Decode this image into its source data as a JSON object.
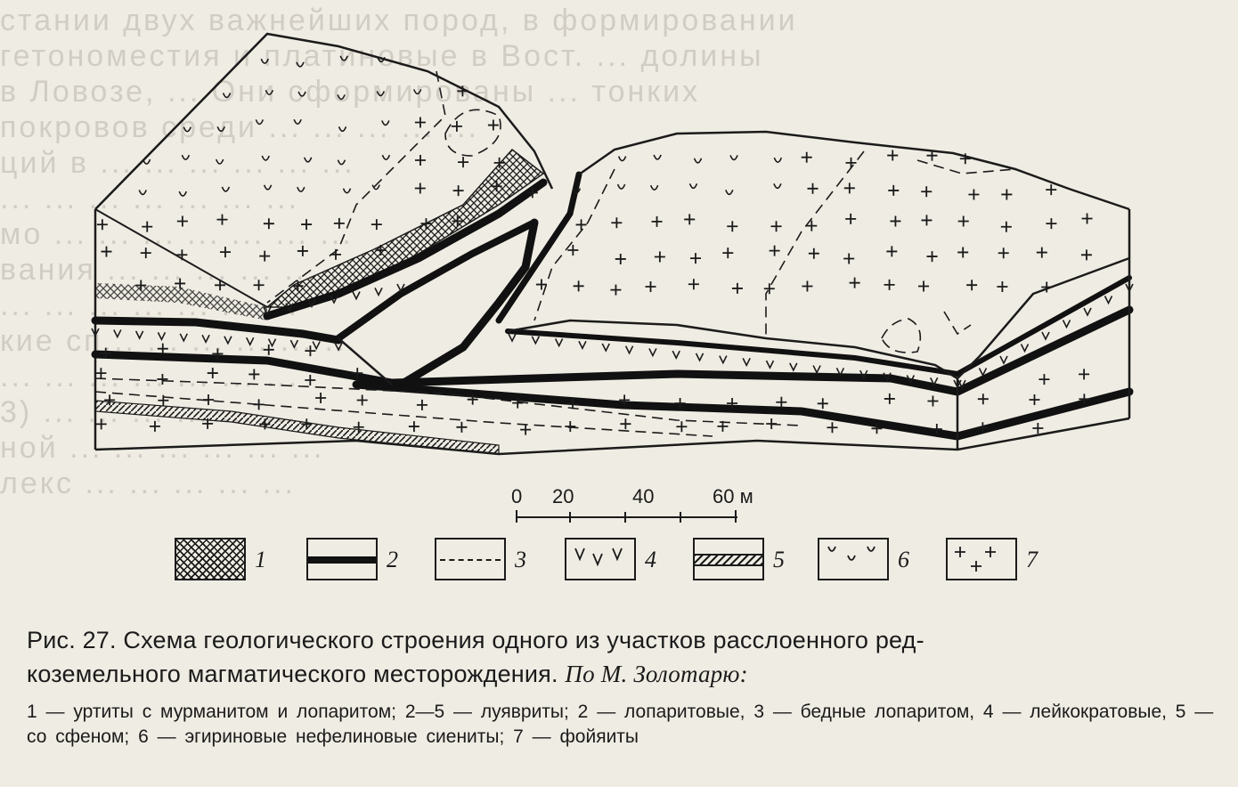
{
  "figure": {
    "caption_line1": "Рис. 27. Схема геологического строения одного из участков расслоенного ред-",
    "caption_line2_plain": "коземельного магматического месторождения. ",
    "caption_line2_italic": "По М. Золотарю:",
    "legend_text": "1 — уртиты с мурманитом и лопаритом; 2—5 — луявриты; 2 — лопаритовые, 3 — бедные лопаритом, 4 — лейкократовые, 5 — со сфеном; 6 — эгириновые нефелиновые сиениты; 7 — фойяиты"
  },
  "scale_bar": {
    "ticks": [
      "0",
      "20",
      "40",
      "60 м"
    ]
  },
  "legend": [
    {
      "num": "1",
      "pattern": "cross-hatch"
    },
    {
      "num": "2",
      "pattern": "thick-black-line"
    },
    {
      "num": "3",
      "pattern": "dashed-line"
    },
    {
      "num": "4",
      "pattern": "v-marks"
    },
    {
      "num": "5",
      "pattern": "hatched-band"
    },
    {
      "num": "6",
      "pattern": "u-marks"
    },
    {
      "num": "7",
      "pattern": "plus-marks"
    }
  ],
  "bleed_text": [
    "стании двух важнейших пород, в формировании",
    "гетономестия и платиновые в Вост. ... долины",
    "в Ловозе, ... Они сформированы ... тонких",
    "покровов среди ... ... ... ... ...",
    "ций в ... ... ... ... ... ...",
    "... ... ... ... ... ... ...",
    "мо ... ... ... ... ... ... ...",
    "вания ... ... ... ... ... ...",
    "... ... ... ... ... ... ...",
    "кие сп... ... ... ... ... ...",
    "... ... ... ... ... ... ...",
    "3) ... ... ... ... ... ...",
    "ной ... ... ... ... ... ...",
    "лекс ... ... ... ... ..."
  ]
}
